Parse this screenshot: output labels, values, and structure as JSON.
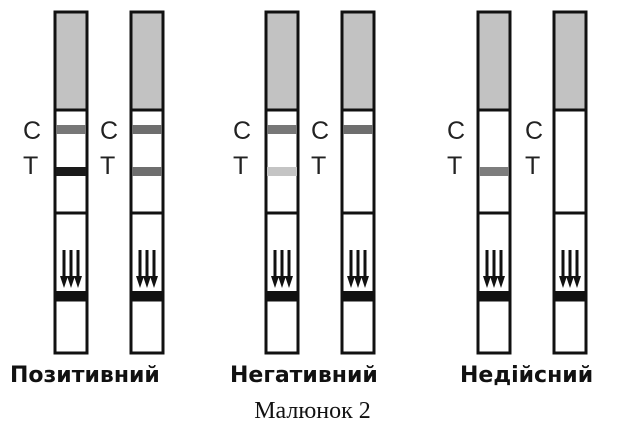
{
  "figure": {
    "caption": "Малюнок 2",
    "groups": [
      {
        "id": "positive",
        "label": "Позитивний"
      },
      {
        "id": "negative",
        "label": "Негативний"
      },
      {
        "id": "invalid",
        "label": "Недійсний"
      }
    ],
    "line_labels": {
      "control": "C",
      "test": "T"
    },
    "strips": [
      {
        "group": "positive",
        "control_line": "#777777",
        "test_line": "#1a1a1a"
      },
      {
        "group": "positive",
        "control_line": "#6e6e6e",
        "test_line": "#6e6e6e"
      },
      {
        "group": "negative",
        "control_line": "#777777",
        "test_line": "#c4c4c4"
      },
      {
        "group": "negative",
        "control_line": "#6e6e6e",
        "test_line": null
      },
      {
        "group": "invalid",
        "control_line": null,
        "test_line": "#7d7d7d"
      },
      {
        "group": "invalid",
        "control_line": null,
        "test_line": null
      }
    ],
    "colors": {
      "outline": "#111111",
      "cap": "#c2c2c2",
      "arrow": "#111111",
      "max_line": "#111111"
    }
  }
}
